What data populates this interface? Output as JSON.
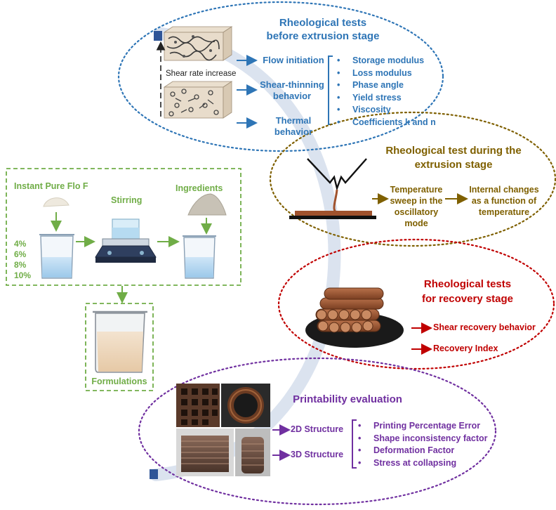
{
  "colors": {
    "blue": "#2e75b6",
    "green": "#70ad47",
    "brown": "#7f6000",
    "red": "#c00000",
    "purple": "#7030a0",
    "arc": "#dbe3ef"
  },
  "icons": [
    "beaker-icon",
    "powder-pile-icon",
    "magnetic-stirrer-icon",
    "printer-nozzle-icon",
    "printed-logs-icon",
    "microstructure-cube-icon"
  ],
  "before_extrusion": {
    "title_line1": "Rheological tests",
    "title_line2": "before extrusion stage",
    "shear_label": "Shear rate increase",
    "steps": [
      "Flow initiation",
      "Shear-thinning behavior",
      "Thermal behavior"
    ],
    "properties": [
      "Storage modulus",
      "Loss modulus",
      "Phase angle",
      "Yield stress",
      "Viscosity",
      "Coefficients k and n"
    ]
  },
  "during_extrusion": {
    "title_line1": "Rheological test during the",
    "title_line2": "extrusion stage",
    "step": "Temperature sweep in the oscillatory mode",
    "result": "Internal changes as a function of temperature"
  },
  "recovery": {
    "title_line1": "Rheological tests",
    "title_line2": "for recovery stage",
    "items": [
      "Shear recovery behavior",
      "Recovery Index"
    ]
  },
  "preparation": {
    "ingredient1": "Instant Pure Flo F",
    "stirring": "Stirring",
    "ingredients": "Ingredients",
    "concentrations": [
      "4%",
      "6%",
      "8%",
      "10%"
    ],
    "formulations": "Formulations"
  },
  "printability": {
    "title": "Printability evaluation",
    "structures": [
      "2D Structure",
      "3D Structure"
    ],
    "metrics": [
      "Printing Percentage Error",
      "Shape inconsistency factor",
      "Deformation Factor",
      "Stress at collapsing"
    ]
  }
}
